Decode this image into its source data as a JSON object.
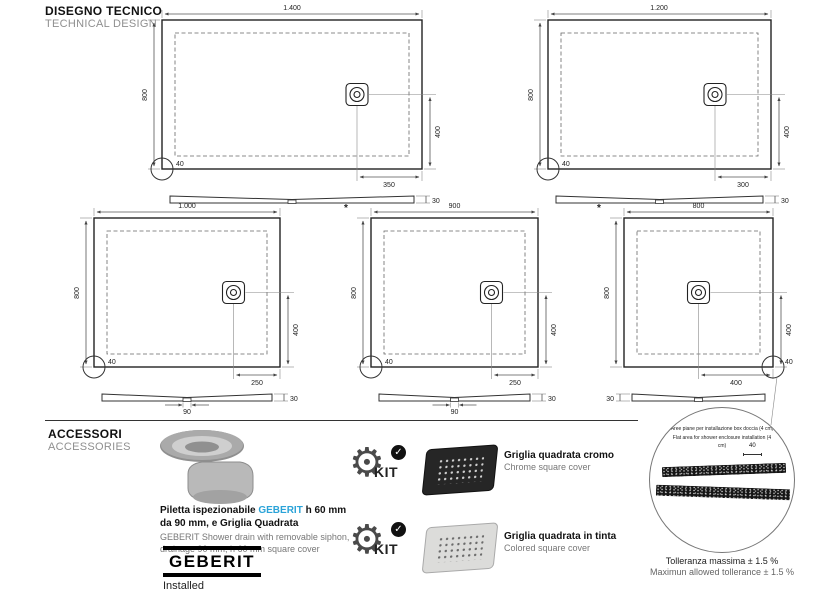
{
  "header": {
    "title_it": "DISEGNO TECNICO",
    "title_en": "TECHNICAL DESIGN"
  },
  "drawings": [
    {
      "width": "1.400",
      "height": "800",
      "drain_v": "400",
      "drain_h": "350",
      "flat": "40",
      "thickness": "30"
    },
    {
      "width": "1.200",
      "height": "800",
      "drain_v": "400",
      "drain_h": "300",
      "flat": "40",
      "thickness": "30"
    },
    {
      "width": "1.000",
      "height": "800",
      "drain_v": "400",
      "drain_h": "250",
      "flat": "40",
      "thickness": "30",
      "drain_w": "90"
    },
    {
      "width": "900",
      "height": "800",
      "drain_v": "400",
      "drain_h": "250",
      "flat": "40",
      "thickness": "30",
      "drain_w": "90",
      "note": "*"
    },
    {
      "width": "800",
      "height": "800",
      "drain_v": "400",
      "drain_h": "400",
      "flat": "40",
      "thickness": "30",
      "note": "*"
    }
  ],
  "accessories": {
    "title_it": "ACCESSORI",
    "title_en": "ACCESSORIES",
    "drain_text": {
      "pre": "Piletta ispezionabile ",
      "brand": "GEBERIT",
      "post": " h 60 mm da 90 mm,  e Griglia Quadrata"
    },
    "drain_desc_en": "GEBERIT Shower drain with removable siphon, drainage 90 mm, h 60 mm square cover",
    "kit_label": "KIT",
    "icons": {
      "gear": "⚙",
      "check": "✓"
    },
    "brand_logo": "GEBERIT",
    "installed": "Installed",
    "covers": [
      {
        "label_it": "Griglia quadrata cromo",
        "label_en": "Chrome square cover"
      },
      {
        "label_it": "Griglia quadrata in tinta",
        "label_en": "Colored square cover"
      }
    ],
    "magnifier": {
      "note_it": "Aree piane per installazione box doccia (4 cm)",
      "note_en": "Flat area for shower enclosure installation (4 cm)",
      "dim": "40"
    },
    "tolerance_it": "Tolleranza massima ± 1.5 %",
    "tolerance_en": "Maximun allowed tollerance ± 1.5 %"
  }
}
